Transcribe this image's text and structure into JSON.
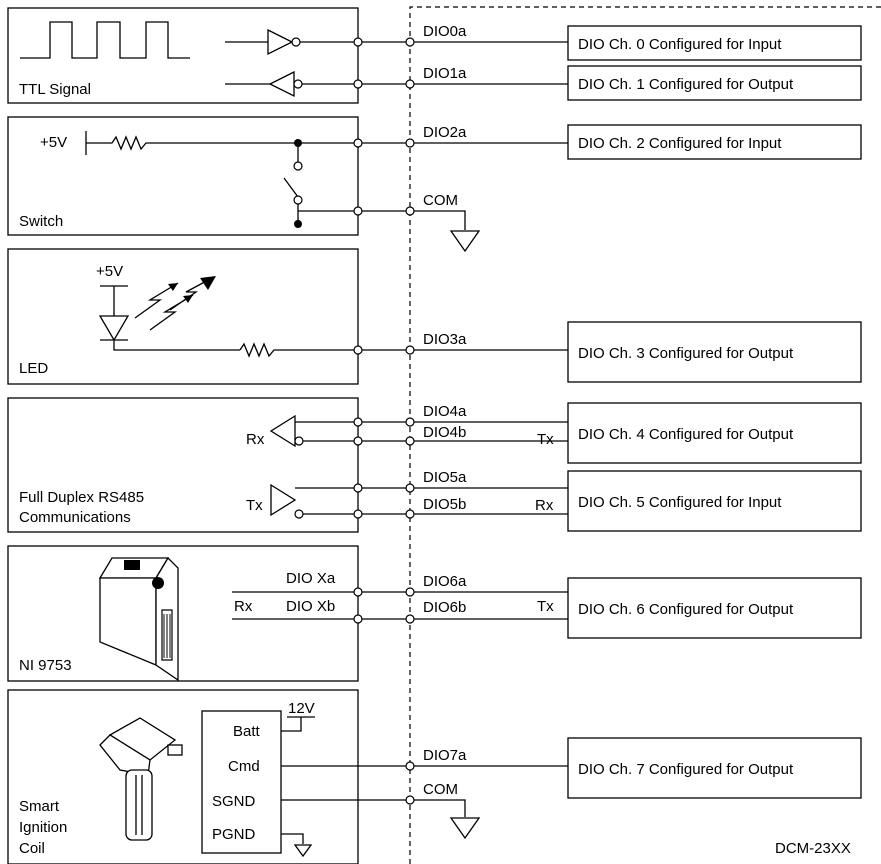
{
  "panels": {
    "ttl": "TTL Signal",
    "switch": "Switch",
    "led": "LED",
    "rs485_line1": "Full Duplex RS485",
    "rs485_line2": "Communications",
    "ni": "NI 9753",
    "ignition_line1": "Smart",
    "ignition_line2": "Ignition",
    "ignition_line3": "Coil"
  },
  "labels": {
    "plus5v": "+5V",
    "rx": "Rx",
    "tx": "Tx",
    "dio_xa": "DIO Xa",
    "dio_xb": "DIO Xb",
    "batt": "Batt",
    "cmd": "Cmd",
    "sgnd": "SGND",
    "pgnd": "PGND",
    "v12": "12V"
  },
  "pins": {
    "dio0a": "DIO0a",
    "dio1a": "DIO1a",
    "dio2a": "DIO2a",
    "com": "COM",
    "dio3a": "DIO3a",
    "dio4a": "DIO4a",
    "dio4b": "DIO4b",
    "dio5a": "DIO5a",
    "dio5b": "DIO5b",
    "dio6a": "DIO6a",
    "dio6b": "DIO6b",
    "dio7a": "DIO7a"
  },
  "channels": {
    "ch0": "DIO Ch. 0 Configured for Input",
    "ch1": "DIO Ch. 1 Configured for Output",
    "ch2": "DIO Ch. 2 Configured for Input",
    "ch3": "DIO Ch. 3 Configured for Output",
    "ch4": "DIO Ch. 4 Configured for Output",
    "ch5": "DIO Ch. 5 Configured for Input",
    "ch6": "DIO Ch. 6 Configured for Output",
    "ch7": "DIO Ch. 7 Configured for Output"
  },
  "footer": {
    "code": "DCM-23XX"
  }
}
